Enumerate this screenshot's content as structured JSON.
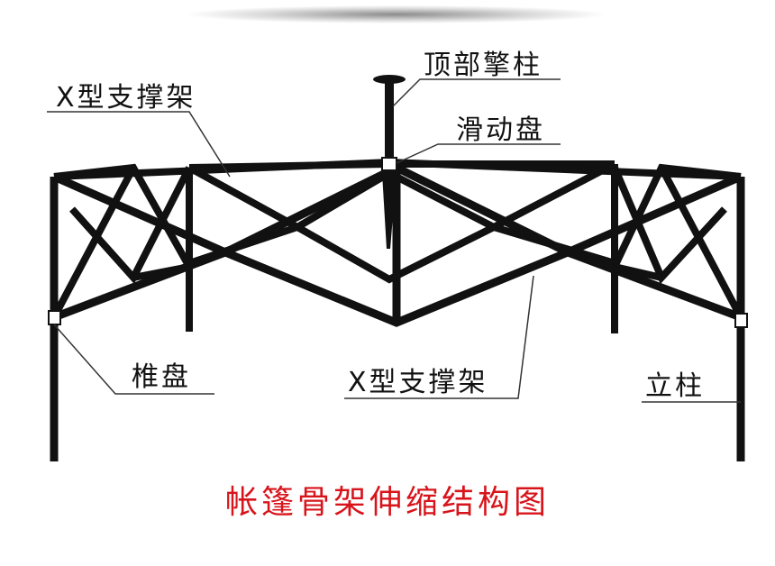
{
  "labels": {
    "top_pole": "顶部擎柱",
    "x_brace_left": "X型支撑架",
    "slide_disc": "滑动盘",
    "cone_disc": "椎盘",
    "x_brace_bottom": "X型支撑架",
    "upright_post": "立柱"
  },
  "caption": "帐篷骨架伸缩结构图",
  "colors": {
    "frame": "#111111",
    "leader": "#333333",
    "caption": "#d8141b"
  }
}
